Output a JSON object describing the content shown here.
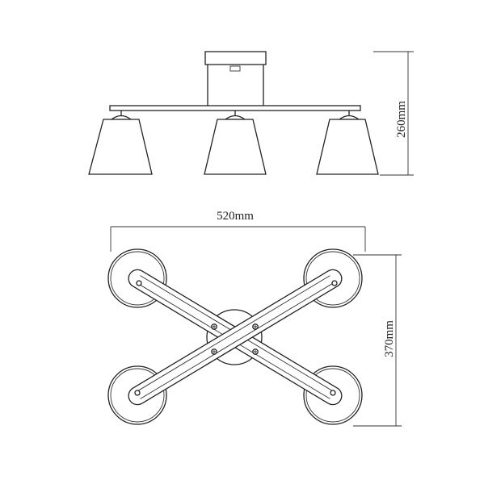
{
  "dimensions": {
    "height_label": "260mm",
    "width_label": "520mm",
    "depth_label": "370mm"
  },
  "colors": {
    "line": "#222222",
    "background": "#ffffff"
  }
}
